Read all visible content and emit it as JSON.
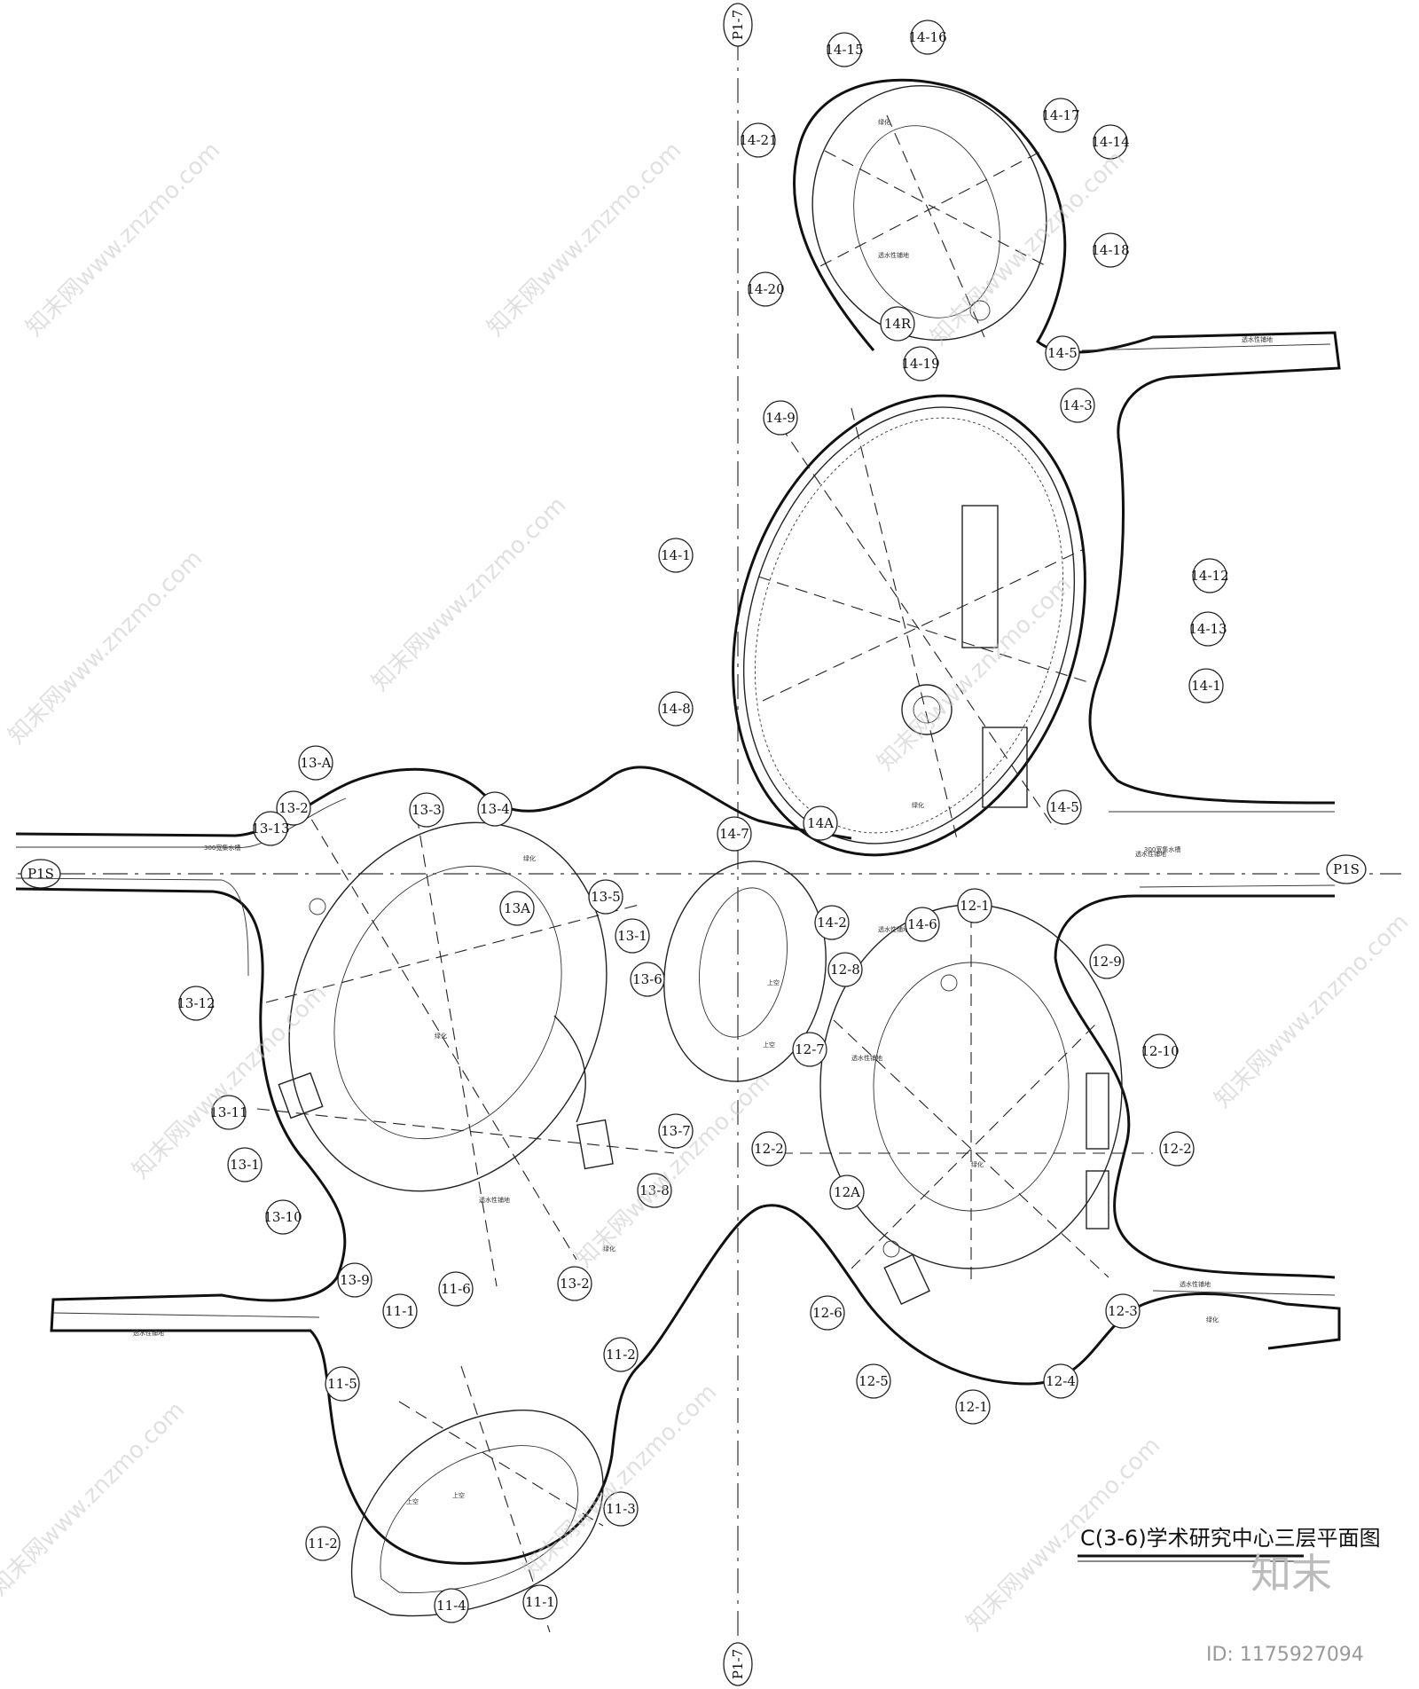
{
  "drawing": {
    "title": "C(3-6)学术研究中心三层平面图",
    "axis_vertical": "P1-7",
    "axis_horizontal": "P1S"
  },
  "labels": {
    "greening": "绿化",
    "permeable_paving": "透水性铺地",
    "void": "上空",
    "track_300": "300宽集水槽"
  },
  "bubbles_14": [
    "14-15",
    "14-16",
    "14-17",
    "14-14",
    "14-21",
    "14-18",
    "14-20",
    "14R",
    "14-19",
    "14-5",
    "14-3",
    "14-9",
    "14-1",
    "14-12",
    "14-13",
    "14-1",
    "14-8",
    "14-5",
    "14A",
    "14-2",
    "14-6",
    "14-7"
  ],
  "bubbles_13": [
    "13-A",
    "13-3",
    "13-4",
    "13-2",
    "13-13",
    "13A",
    "13-5",
    "13-1",
    "13-6",
    "13-12",
    "13-11",
    "13-1",
    "13-7",
    "13-8",
    "13-10",
    "13-9",
    "13-2"
  ],
  "bubbles_12": [
    "12-1",
    "12-9",
    "12-8",
    "12-7",
    "12-10",
    "12-2",
    "12-2",
    "12A",
    "12-6",
    "12-3",
    "12-5",
    "12-4",
    "12-1"
  ],
  "bubbles_11": [
    "11-6",
    "11-1",
    "11-2",
    "11-5",
    "11-3",
    "11-2",
    "11-4",
    "11-1"
  ],
  "watermark": {
    "text": "知末网www.znzmo.com",
    "brand": "知末",
    "id": "ID: 1175927094"
  }
}
